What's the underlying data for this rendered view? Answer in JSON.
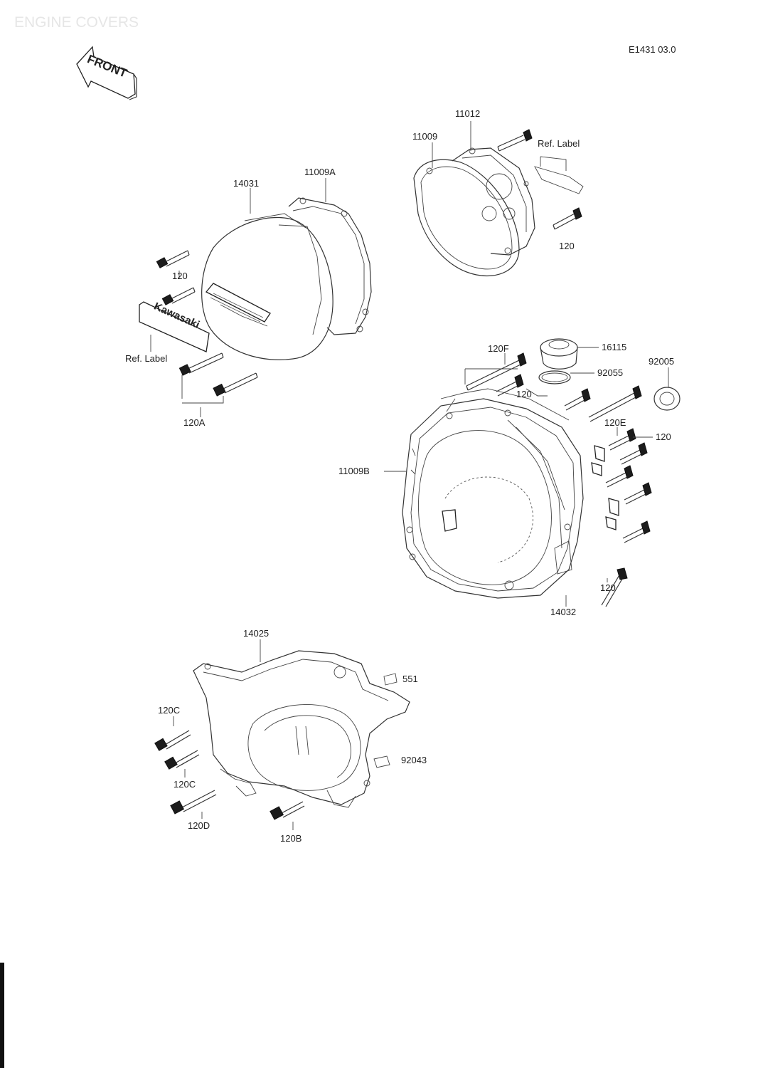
{
  "page": {
    "title": "ENGINE COVERS",
    "drawing_number": "E1431 03.0"
  },
  "front_arrow": {
    "label": "FRONT"
  },
  "parts": {
    "p14031": "14031",
    "p11009A": "11009A",
    "p11012": "11012",
    "p11009": "11009",
    "ref_label_top": "Ref. Label",
    "p120_top_right": "120",
    "p120_left": "120",
    "ref_label_left": "Ref. Label",
    "badge_text": "Kawasaki",
    "p120A": "120A",
    "p120F": "120F",
    "p16115": "16115",
    "p92005": "92005",
    "p92055": "92055",
    "p120_mid": "120",
    "p120E": "120E",
    "p120_right": "120",
    "p11009B": "11009B",
    "p120_lower": "120",
    "p14032": "14032",
    "p14025": "14025",
    "p551": "551",
    "p120C_top": "120C",
    "p92043": "92043",
    "p120C_mid": "120C",
    "p120D": "120D",
    "p120B": "120B"
  },
  "colors": {
    "line": "#333333",
    "background": "#ffffff",
    "title": "#e6e6e6"
  }
}
